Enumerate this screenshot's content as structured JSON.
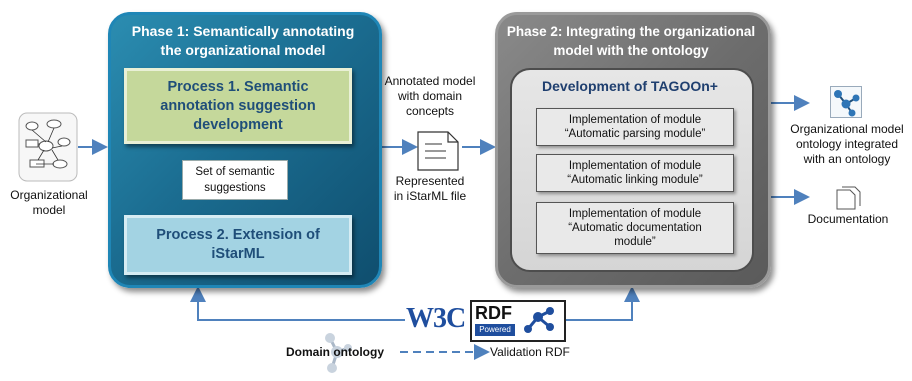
{
  "left": {
    "label_line1": "Organizational",
    "label_line2": "model"
  },
  "phase1": {
    "title_line1": "Phase 1: Semantically annotating",
    "title_line2": "the organizational model",
    "process1_line1": "Process 1. Semantic",
    "process1_line2": "annotation suggestion",
    "process1_line3": "development",
    "set_line1": "Set of semantic",
    "set_line2": "suggestions",
    "process2_line1": "Process 2. Extension of",
    "process2_line2": "iStarML"
  },
  "middle": {
    "annotated_line1": "Annotated model",
    "annotated_line2": "with domain",
    "annotated_line3": "concepts",
    "represented_line1": "Represented",
    "represented_line2": "in iStarML file"
  },
  "phase2": {
    "title_line1": "Phase 2: Integrating the organizational",
    "title_line2": "model with the ontology",
    "tagoon_title": "Development of  TAGOOn+",
    "impl1_line1": "Implementation of module",
    "impl1_line2": "“Automatic parsing module”",
    "impl2_line1": "Implementation of module",
    "impl2_line2": "“Automatic linking module”",
    "impl3_line1": "Implementation of module",
    "impl3_line2": "“Automatic documentation",
    "impl3_line3": "module”"
  },
  "right": {
    "ontology_line1": "Organizational model",
    "ontology_line2": "ontology  integrated",
    "ontology_line3": "with an ontology",
    "documentation": "Documentation"
  },
  "bottom": {
    "w3c": "W3C",
    "rdf": "RDF",
    "powered": "Powered",
    "domain_ontology": "Domain ontology",
    "validation": "Validation RDF"
  },
  "colors": {
    "arrow": "#4f81bd",
    "phase1": "#1b6d91",
    "phase2": "#6d6d6d",
    "process1": "#c5d89b",
    "process2": "#a3d3e3",
    "title_text": "#1f4e79"
  }
}
